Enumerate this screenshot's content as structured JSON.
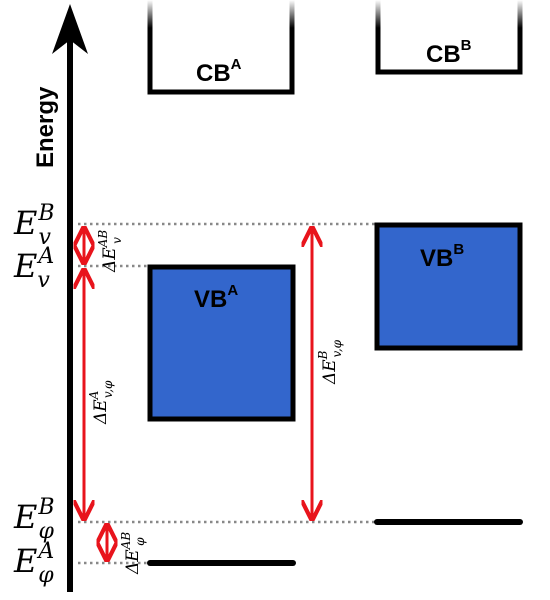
{
  "axis": {
    "label": "Energy"
  },
  "bands": {
    "cb_a": {
      "base": "CB",
      "sup": "A"
    },
    "cb_b": {
      "base": "CB",
      "sup": "B"
    },
    "vb_a": {
      "base": "VB",
      "sup": "A"
    },
    "vb_b": {
      "base": "VB",
      "sup": "B"
    }
  },
  "levels": {
    "ev_b": {
      "sym": "E",
      "sub": "v",
      "sup": "B"
    },
    "ev_a": {
      "sym": "E",
      "sub": "v",
      "sup": "A"
    },
    "ephi_b": {
      "sym": "E",
      "sub": "φ",
      "sup": "B"
    },
    "ephi_a": {
      "sym": "E",
      "sub": "φ",
      "sup": "A"
    }
  },
  "gaps": {
    "delta_ev_ab": {
      "sym": "ΔE",
      "sub": "v",
      "sup": "AB"
    },
    "delta_ev_phi_a": {
      "sym": "ΔE",
      "sub": "v,φ",
      "sup": "A"
    },
    "delta_ev_phi_b": {
      "sym": "ΔE",
      "sub": "v,φ",
      "sup": "B"
    },
    "delta_ephi_ab": {
      "sym": "ΔE",
      "sub": "φ",
      "sup": "AB"
    }
  },
  "colors": {
    "band_fill": "#3366cc",
    "arrow": "#e8141c",
    "dotted": "#888888",
    "stroke": "#000000"
  }
}
